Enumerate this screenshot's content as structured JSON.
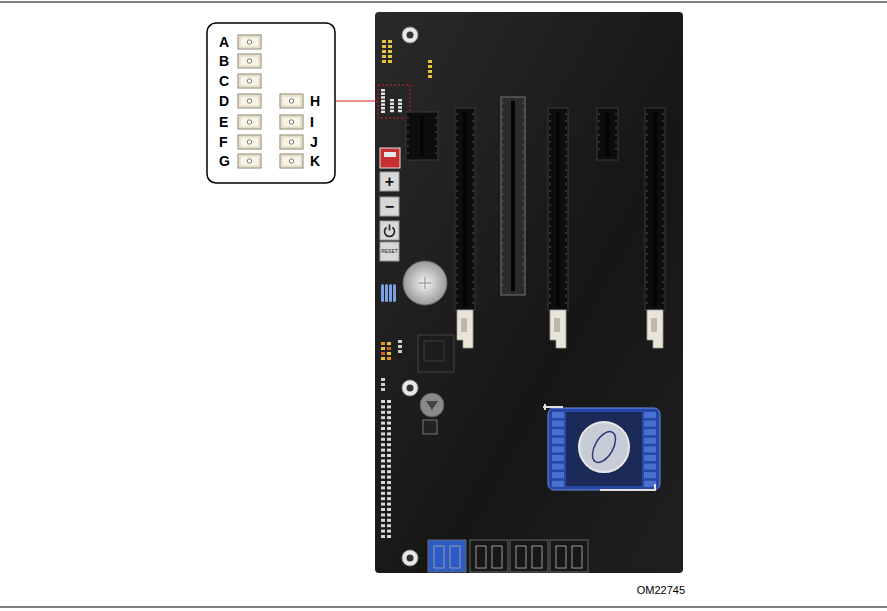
{
  "diagram": {
    "labels": [
      "A",
      "B",
      "C",
      "D",
      "E",
      "F",
      "G",
      "H",
      "I",
      "J",
      "K",
      "+",
      "−",
      "RESET",
      "OM22745"
    ]
  }
}
